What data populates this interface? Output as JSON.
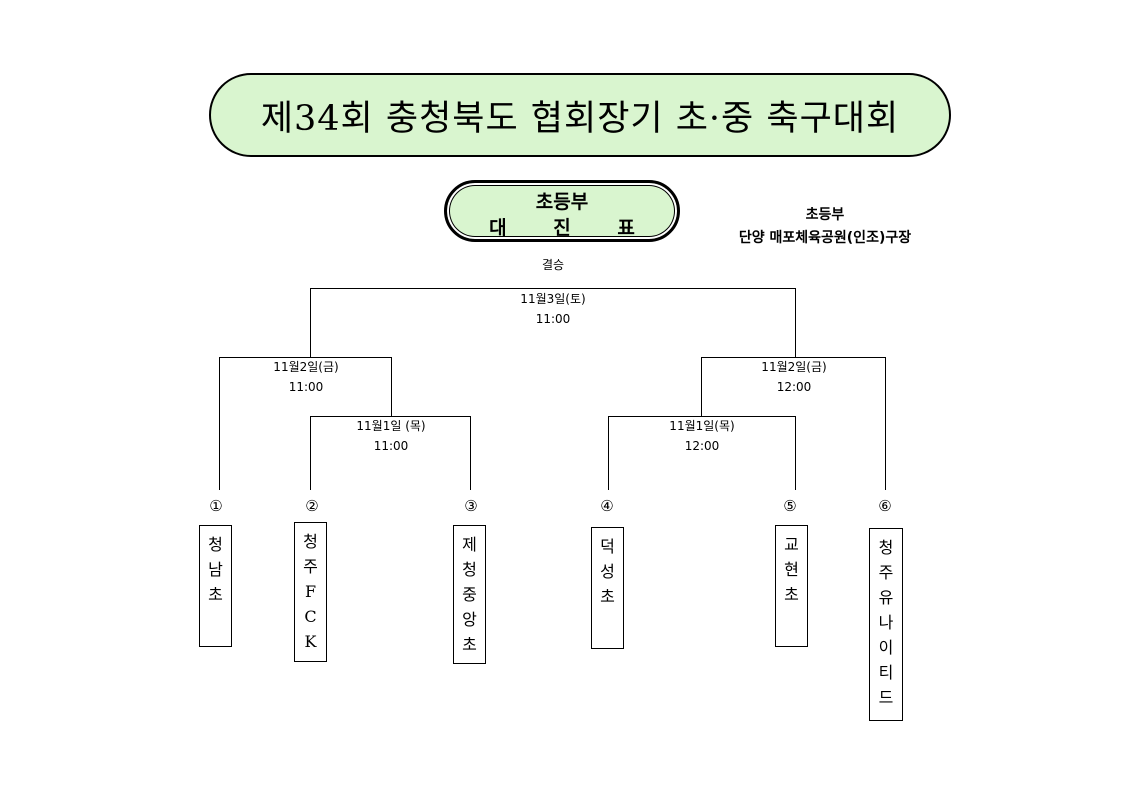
{
  "title": "제34회 충청북도 협회장기 초·중 축구대회",
  "division": {
    "name": "초등부",
    "subtitle": "대 진 표"
  },
  "venue": {
    "division": "초등부",
    "place": "단양 매포체육공원(인조)구장"
  },
  "final": {
    "round_label": "결승",
    "date": "11월3일(토)",
    "time": "11:00"
  },
  "matches": {
    "semi_left": {
      "date": "11월2일(금)",
      "time": "11:00"
    },
    "semi_right": {
      "date": "11월2일(금)",
      "time": "12:00"
    },
    "qf_left": {
      "date": "11월1일 (목)",
      "time": "11:00"
    },
    "qf_right": {
      "date": "11월1일(목)",
      "time": "12:00"
    }
  },
  "teams": [
    {
      "seed": "①",
      "name": "청남초"
    },
    {
      "seed": "②",
      "name": "청주FCK"
    },
    {
      "seed": "③",
      "name": "제청중앙초"
    },
    {
      "seed": "④",
      "name": "덕성초"
    },
    {
      "seed": "⑤",
      "name": "교현초"
    },
    {
      "seed": "⑥",
      "name": "청주유나이티드"
    }
  ]
}
